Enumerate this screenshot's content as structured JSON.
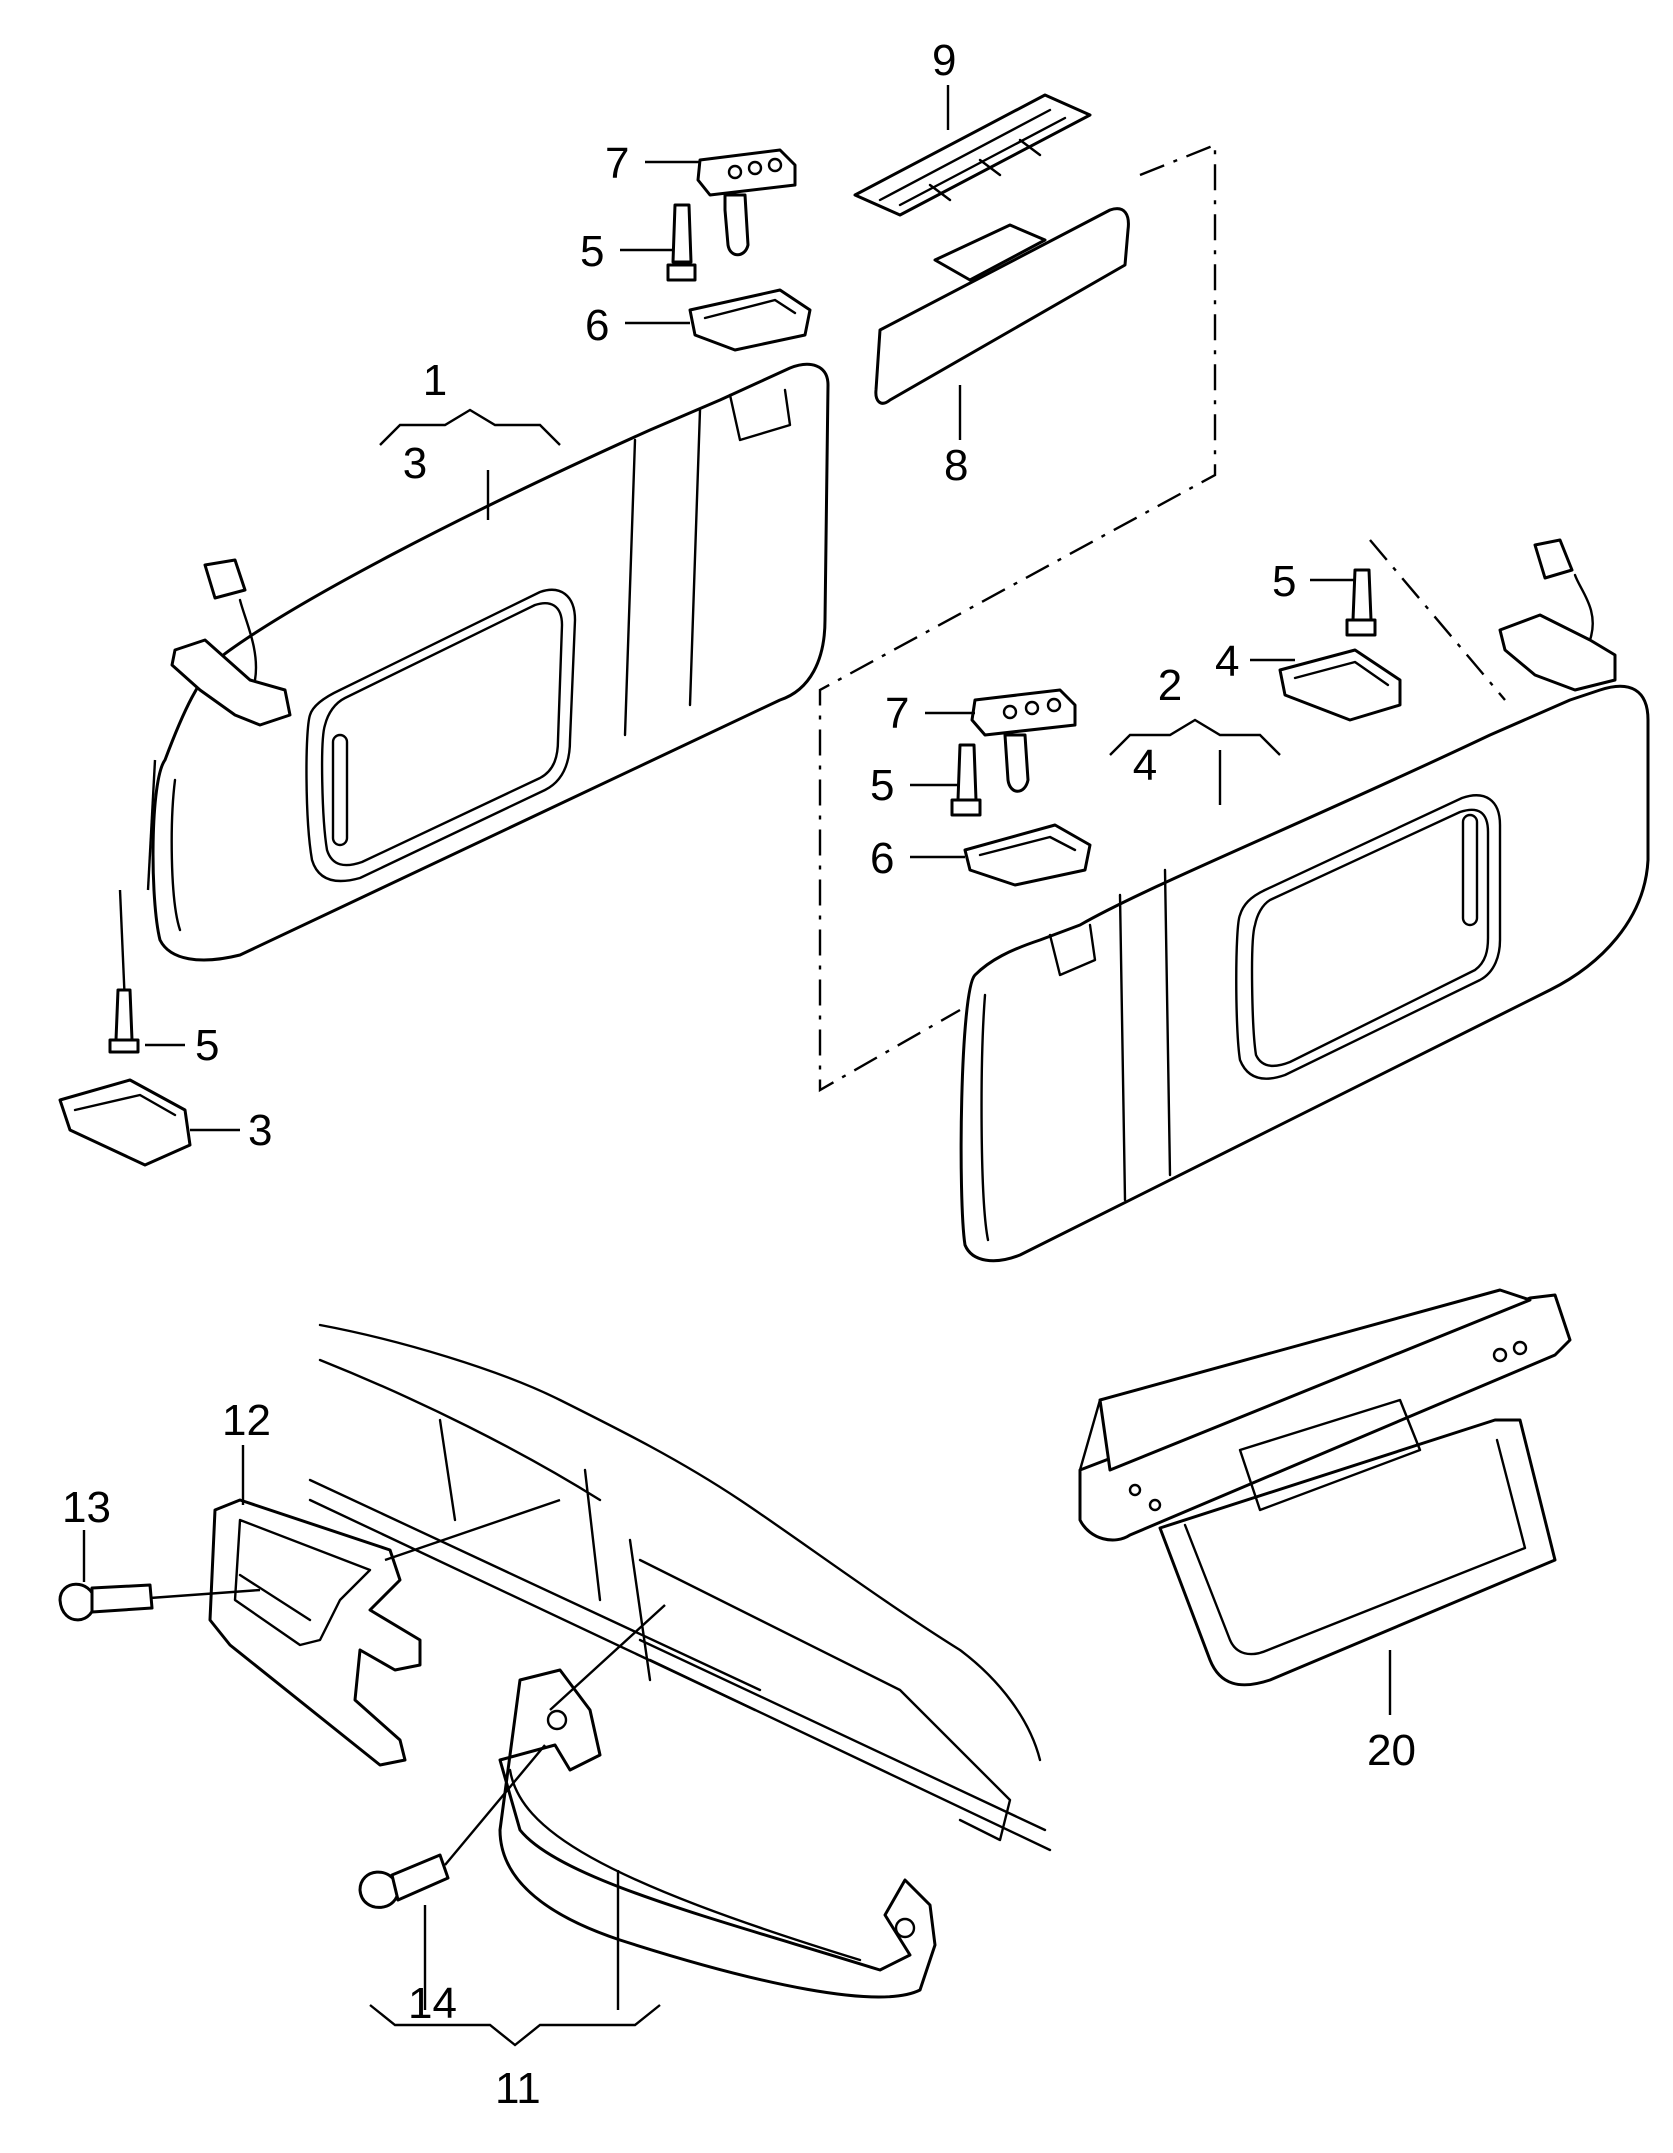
{
  "callouts": {
    "c1": "1",
    "c2": "2",
    "c3a": "3",
    "c3b": "3",
    "c4a": "4",
    "c4b": "4",
    "c5a": "5",
    "c5b": "5",
    "c5c": "5",
    "c5d": "5",
    "c6a": "6",
    "c6b": "6",
    "c7a": "7",
    "c7b": "7",
    "c8": "8",
    "c9": "9",
    "c11": "11",
    "c12": "12",
    "c13": "13",
    "c14": "14",
    "c20": "20"
  }
}
